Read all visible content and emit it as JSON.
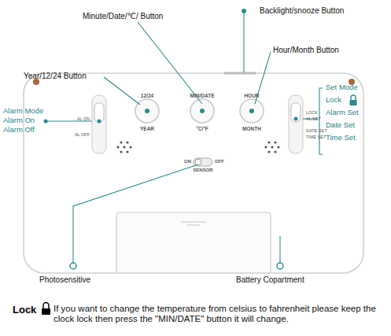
{
  "diagram": {
    "labels": [
      "Minute/Date/℃/ Button",
      "Backlight/snooze Button",
      "Year/12/24 Button",
      "Hour/Month Button",
      "Alarm Mode",
      "Alarm On",
      "Alarm Off",
      "Set Mode",
      "Lock",
      "Alarm Set",
      "Date Set",
      "Time Set",
      "12/24",
      "YEAR",
      "MIN/DATE",
      "°C/°F",
      "HOUR",
      "MONTH",
      "AL ON",
      "AL OFF",
      "ON",
      "OFF",
      "SENSOR",
      "LOCK",
      "AL SET",
      "DATE SET",
      "TIME SET",
      "Photosensitive",
      "Battery Copartment",
      "Lock",
      "If you want to change the temperature from celsius to fahrenheit please keep the clock lock then press the \"MIN/DATE\" button it will change."
    ]
  }
}
